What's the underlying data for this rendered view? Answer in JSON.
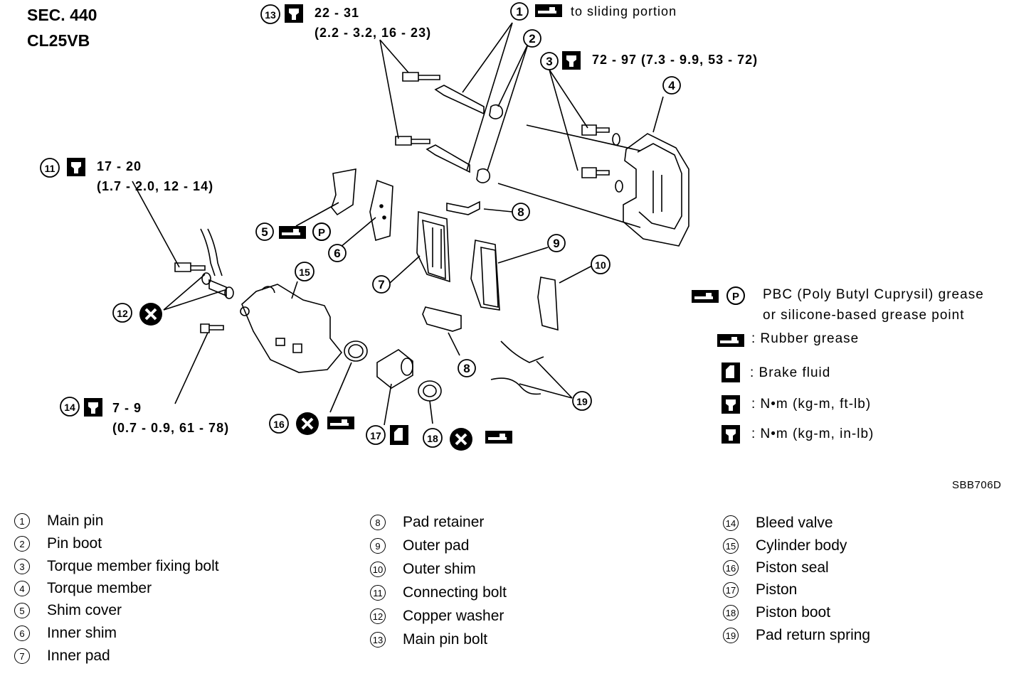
{
  "header": {
    "section": "SEC. 440",
    "model": "CL25VB"
  },
  "spec_labels": {
    "main_pin_bolt_torque_1": "22 - 31",
    "main_pin_bolt_torque_2": "(2.2 - 3.2, 16 - 23)",
    "sliding_portion": "to sliding portion",
    "torque_member_bolt_torque": "72 - 97 (7.3 - 9.9, 53 - 72)",
    "connecting_bolt_torque_1": "17 - 20",
    "connecting_bolt_torque_2": "(1.7 - 2.0, 12 - 14)",
    "bleed_valve_torque_1": "7 - 9",
    "bleed_valve_torque_2": "(0.7 - 0.9, 61 - 78)"
  },
  "callout_numbers": [
    "1",
    "2",
    "3",
    "4",
    "5",
    "6",
    "7",
    "8",
    "9",
    "10",
    "11",
    "12",
    "13",
    "14",
    "15",
    "16",
    "17",
    "18",
    "19"
  ],
  "legend": {
    "pbc_line1": "PBC (Poly Butyl Cuprysil) grease",
    "pbc_line2": "or silicone-based grease point",
    "rubber": ": Rubber grease",
    "brake_fluid": ": Brake fluid",
    "torque_ftlb": ": N•m (kg-m, ft-lb)",
    "torque_inlb": ": N•m (kg-m, in-lb)"
  },
  "figure_code": "SBB706D",
  "parts": [
    {
      "num": "1",
      "name": "Main pin"
    },
    {
      "num": "2",
      "name": "Pin boot"
    },
    {
      "num": "3",
      "name": "Torque member fixing bolt"
    },
    {
      "num": "4",
      "name": "Torque member"
    },
    {
      "num": "5",
      "name": "Shim cover"
    },
    {
      "num": "6",
      "name": "Inner shim"
    },
    {
      "num": "7",
      "name": "Inner pad"
    },
    {
      "num": "8",
      "name": "Pad retainer"
    },
    {
      "num": "9",
      "name": "Outer pad"
    },
    {
      "num": "10",
      "name": "Outer shim"
    },
    {
      "num": "11",
      "name": "Connecting bolt"
    },
    {
      "num": "12",
      "name": "Copper washer"
    },
    {
      "num": "13",
      "name": "Main pin bolt"
    },
    {
      "num": "14",
      "name": "Bleed valve"
    },
    {
      "num": "15",
      "name": "Cylinder body"
    },
    {
      "num": "16",
      "name": "Piston seal"
    },
    {
      "num": "17",
      "name": "Piston"
    },
    {
      "num": "18",
      "name": "Piston boot"
    },
    {
      "num": "19",
      "name": "Pad return spring"
    }
  ]
}
